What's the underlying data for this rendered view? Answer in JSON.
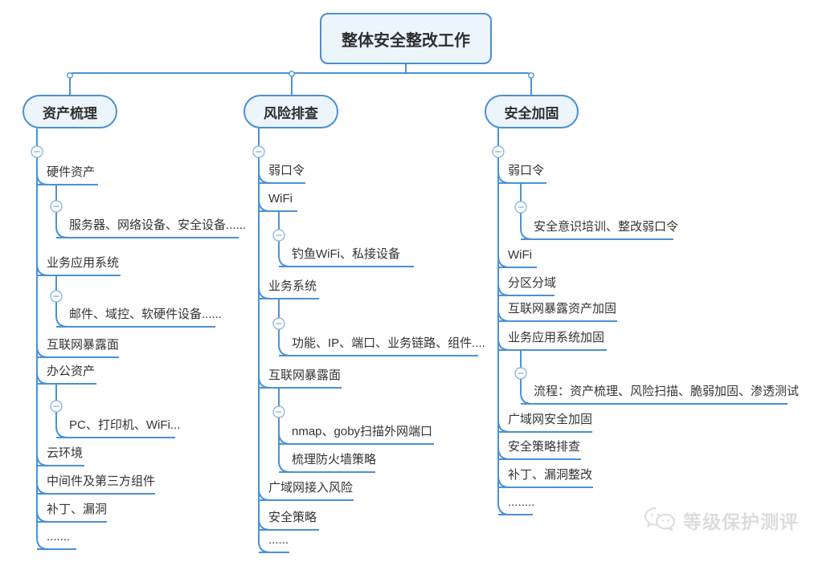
{
  "diagram": {
    "root": {
      "label": "整体安全整改工作"
    },
    "branches": [
      {
        "label": "资产梳理",
        "items": [
          {
            "label": "硬件资产",
            "children": [
              {
                "label": "服务器、网络设备、安全设备......"
              }
            ]
          },
          {
            "label": "业务应用系统",
            "children": [
              {
                "label": "邮件、域控、软硬件设备......"
              }
            ]
          },
          {
            "label": "互联网暴露面"
          },
          {
            "label": "办公资产",
            "children": [
              {
                "label": "PC、打印机、WiFi..."
              }
            ]
          },
          {
            "label": "云环境"
          },
          {
            "label": "中间件及第三方组件"
          },
          {
            "label": "补丁、漏洞"
          },
          {
            "label": "......."
          }
        ]
      },
      {
        "label": "风险排查",
        "items": [
          {
            "label": "弱口令"
          },
          {
            "label": "WiFi",
            "children": [
              {
                "label": "钓鱼WiFi、私接设备"
              }
            ]
          },
          {
            "label": "业务系统",
            "children": [
              {
                "label": "功能、IP、端口、业务链路、组件...."
              }
            ]
          },
          {
            "label": "互联网暴露面",
            "children": [
              {
                "label": "nmap、goby扫描外网端口"
              },
              {
                "label": "梳理防火墙策略"
              }
            ]
          },
          {
            "label": "广域网接入风险"
          },
          {
            "label": "安全策略"
          },
          {
            "label": "......"
          }
        ]
      },
      {
        "label": "安全加固",
        "items": [
          {
            "label": "弱口令",
            "children": [
              {
                "label": "安全意识培训、整改弱口令"
              }
            ]
          },
          {
            "label": "WiFi"
          },
          {
            "label": "分区分域"
          },
          {
            "label": "互联网暴露资产加固"
          },
          {
            "label": "业务应用系统加固",
            "children": [
              {
                "label": "流程：资产梳理、风险扫描、脆弱加固、渗透测试"
              }
            ]
          },
          {
            "label": "广域网安全加固"
          },
          {
            "label": "安全策略排查"
          },
          {
            "label": "补丁、漏洞整改"
          },
          {
            "label": "........"
          }
        ]
      }
    ],
    "watermark": {
      "icon": "wechat-icon",
      "label": "等级保护测评"
    },
    "colors": {
      "line": "#4a91d6",
      "node_border": "#4a8fd3",
      "node_fill": "#ecf4fc",
      "text": "#333333",
      "toggle_stroke": "#8db8e2",
      "watermark": "#dcdcdc"
    }
  }
}
